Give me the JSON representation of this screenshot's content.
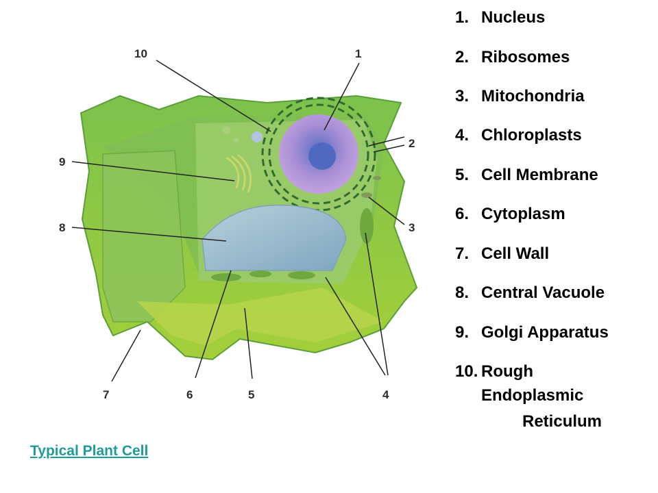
{
  "diagram": {
    "callout_numbers": [
      "1",
      "2",
      "3",
      "4",
      "5",
      "6",
      "7",
      "8",
      "9",
      "10"
    ]
  },
  "legend": {
    "items": [
      {
        "number": "1.",
        "label": "Nucleus"
      },
      {
        "number": "2.",
        "label": "Ribosomes"
      },
      {
        "number": "3.",
        "label": "Mitochondria"
      },
      {
        "number": "4.",
        "label": "Chloroplasts"
      },
      {
        "number": "5.",
        "label": "Cell Membrane"
      },
      {
        "number": "6.",
        "label": "Cytoplasm"
      },
      {
        "number": "7.",
        "label": "Cell Wall"
      },
      {
        "number": "8.",
        "label": "Central Vacuole"
      },
      {
        "number": "9.",
        "label": "Golgi Apparatus"
      },
      {
        "number": "10.",
        "label": "Rough"
      }
    ],
    "continuation_line_1": "Endoplasmic",
    "continuation_line_2": "Reticulum"
  },
  "caption": {
    "text": "Typical Plant Cell",
    "color": "#1f9a96"
  },
  "colors": {
    "cell_green": "#6ab83e",
    "vacuole_blue": "#8fb4c9",
    "nucleus_purple": "#9a7ec9"
  }
}
